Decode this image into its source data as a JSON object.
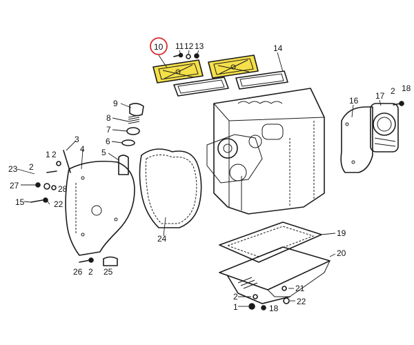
{
  "diagram": {
    "highlight_color": "#f5e04a",
    "circle_color": "#d92b2b",
    "circled_label": "10",
    "labels": {
      "l10": "10",
      "l11": "11",
      "l12": "12",
      "l13": "13",
      "l14": "14",
      "l9": "9",
      "l8": "8",
      "l7": "7",
      "l6": "6",
      "l5": "5",
      "l3": "3",
      "l1a": "1",
      "l2a": "2",
      "l4": "4",
      "l23": "23",
      "l2b": "2",
      "l27": "27",
      "l28": "28",
      "l15": "15",
      "l22a": "22",
      "l24": "24",
      "l26": "26",
      "l2c": "2",
      "l25": "25",
      "l16": "16",
      "l17": "17",
      "l2d": "2",
      "l18a": "18",
      "l19": "19",
      "l20": "20",
      "l21": "21",
      "l2e": "2",
      "l22b": "22",
      "l1b": "1",
      "l18b": "18"
    }
  }
}
